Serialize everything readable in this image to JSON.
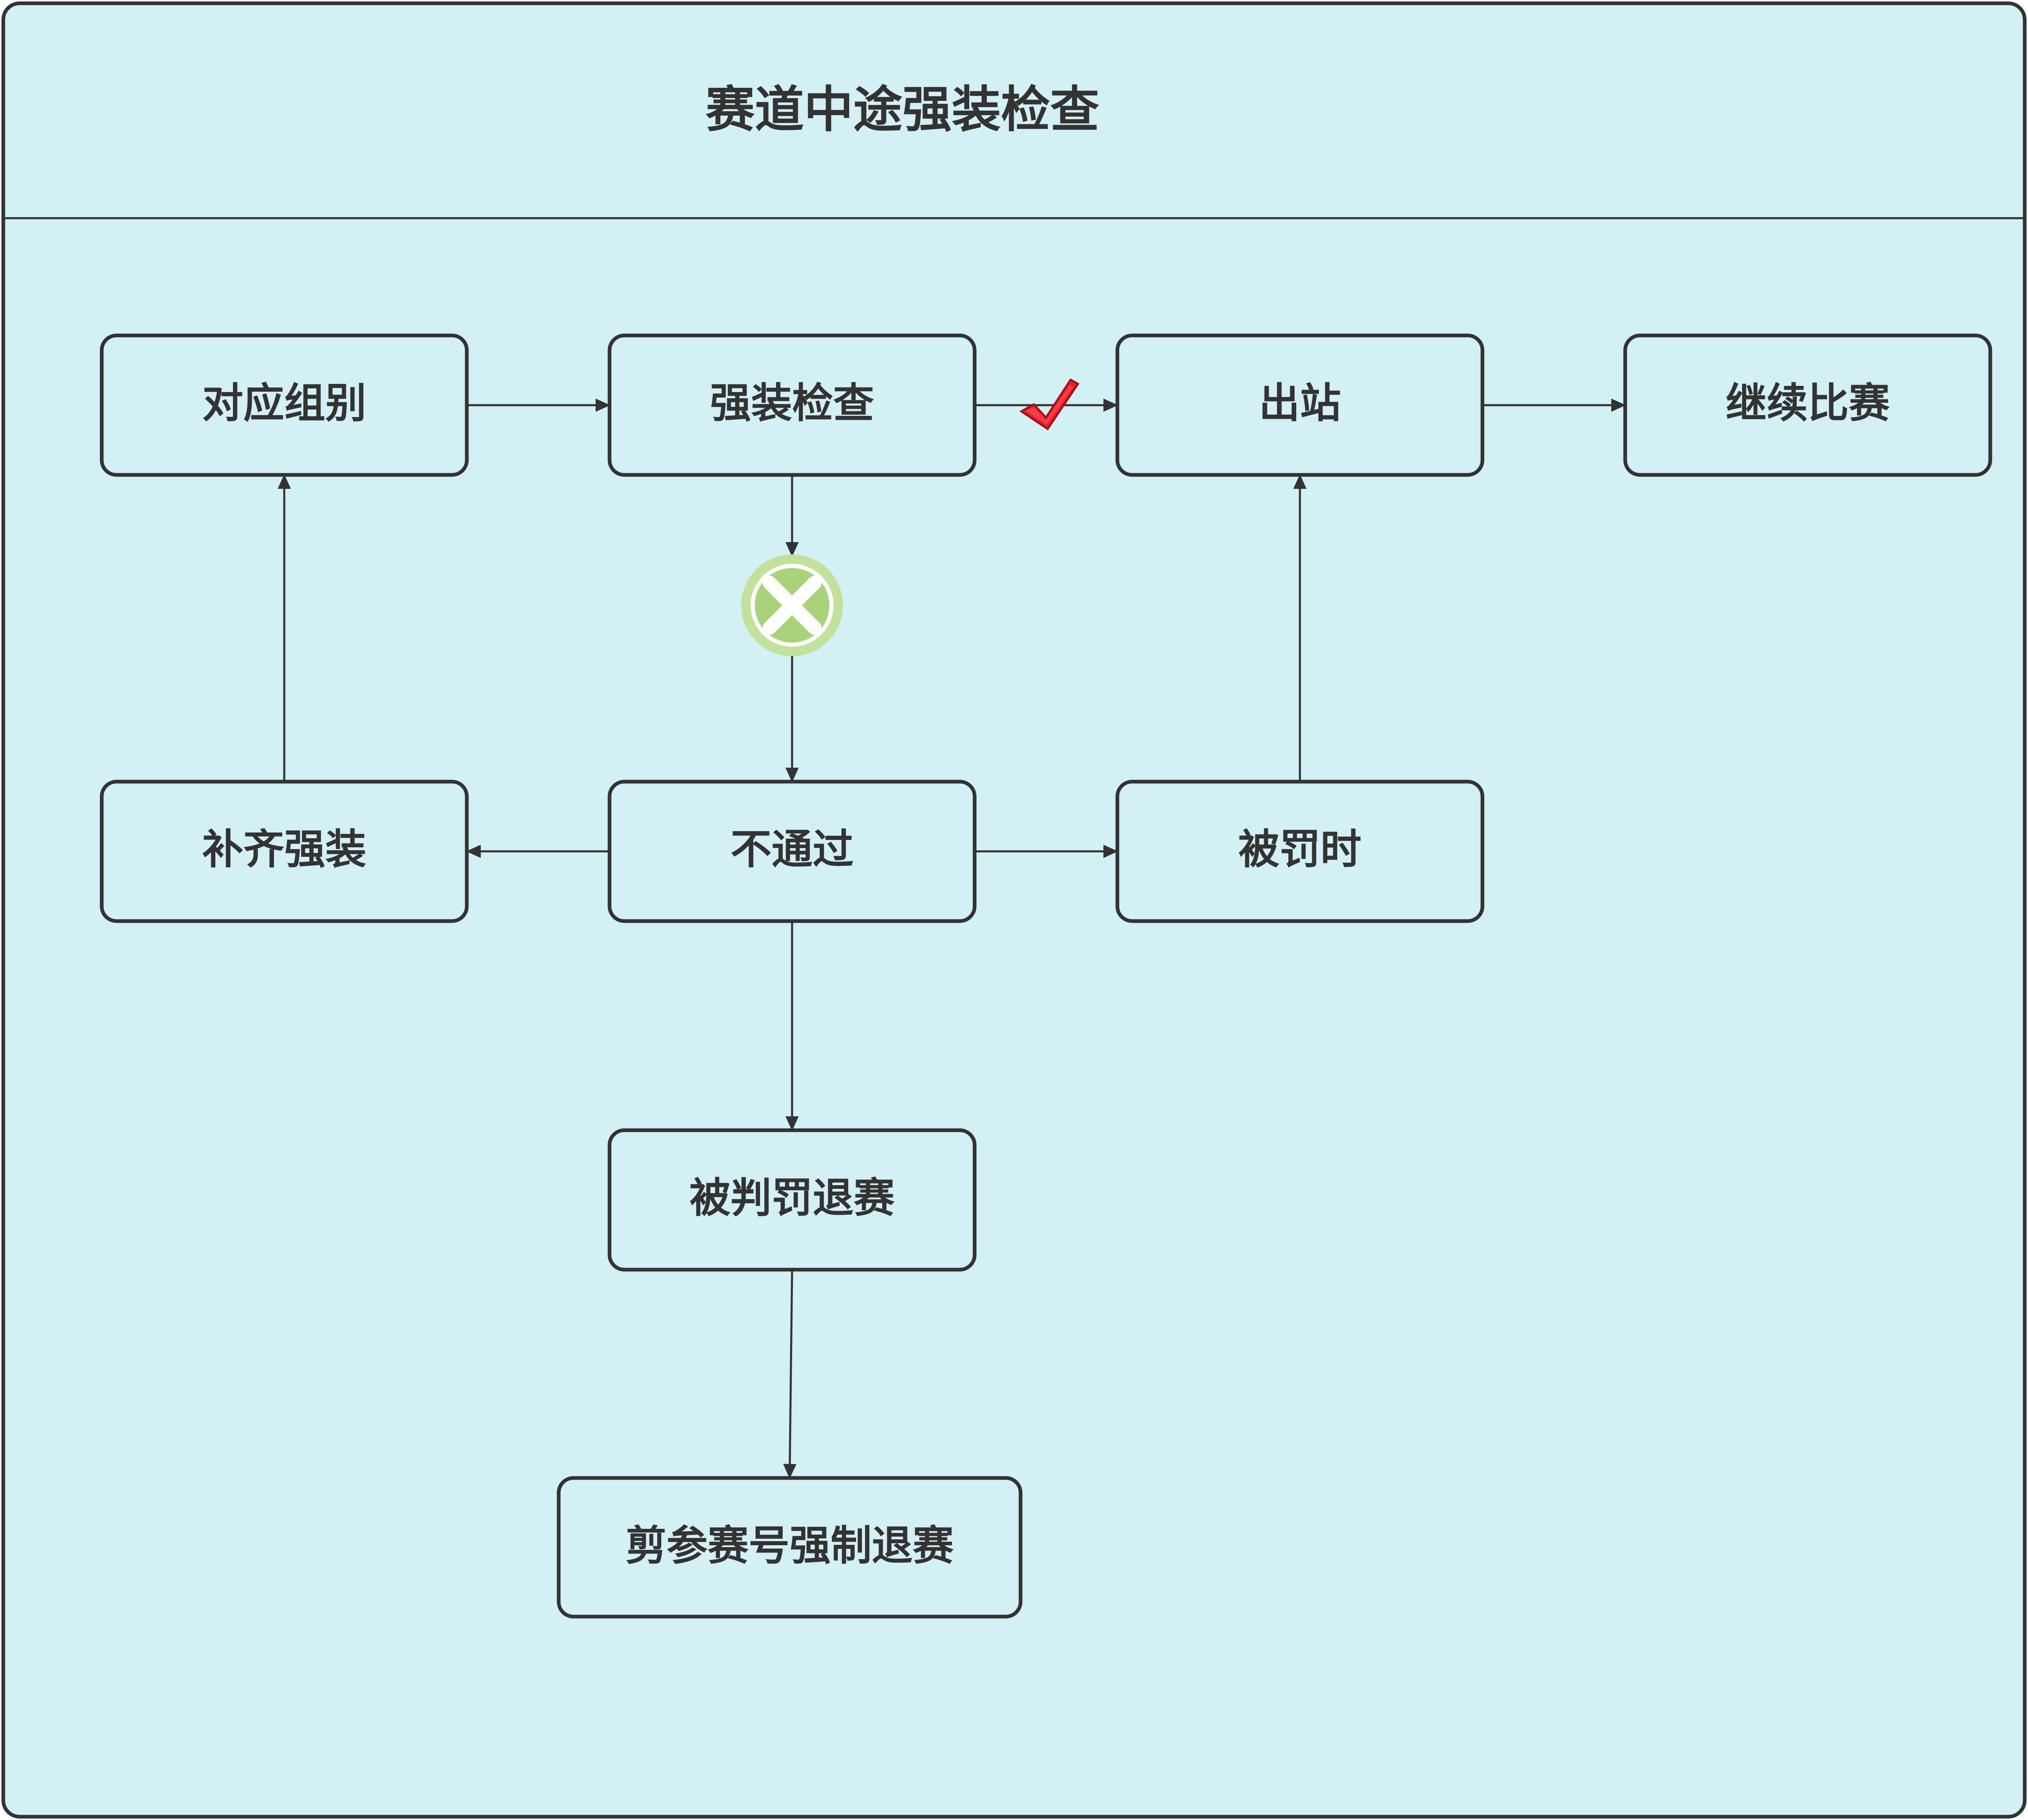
{
  "title": "赛道中途强装检查",
  "nodes": {
    "group": "对应组别",
    "check": "强装检查",
    "exit": "出站",
    "continue": "继续比赛",
    "supplement": "补齐强装",
    "fail": "不通过",
    "time_penalty": "被罚时",
    "withdraw": "被判罚退赛",
    "cut_number": "剪参赛号强制退赛"
  },
  "icons": {
    "pass": "red-checkmark-icon",
    "fail": "green-x-circle-icon"
  },
  "colors": {
    "background": "#d3f0f4",
    "border": "#333333",
    "pass_mark": "#e8202a",
    "fail_mark": "#c3e19b"
  }
}
